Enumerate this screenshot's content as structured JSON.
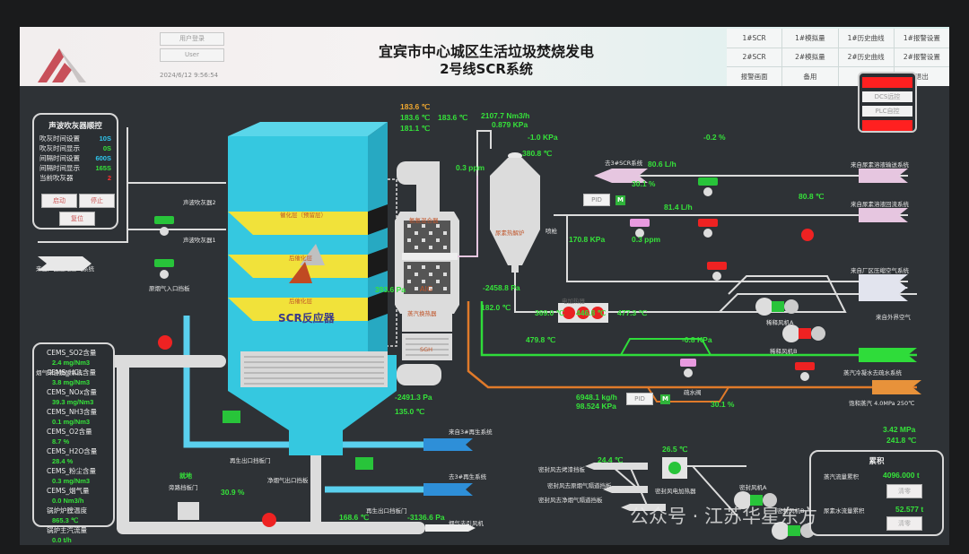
{
  "header": {
    "title_line1": "宜宾市中心城区生活垃圾焚烧发电",
    "title_line2": "2号线SCR系统",
    "login_label": "用户登录",
    "user_label": "User",
    "timestamp": "2024/6/12 9:56:54"
  },
  "nav": [
    [
      "1#SCR",
      "1#模拟量",
      "1#历史曲线",
      "1#报警设置"
    ],
    [
      "2#SCR",
      "2#模拟量",
      "2#历史曲线",
      "2#报警设置"
    ],
    [
      "报警画面",
      "备用",
      "备用",
      "退出"
    ]
  ],
  "control_mode": {
    "dcs_label": "DCS远控",
    "plc_label": "PLC自控",
    "alarm_color": "#ff2020"
  },
  "sootblower_panel": {
    "title": "声波吹灰器顺控",
    "rows": [
      {
        "label": "吹灰时间设置",
        "value": "10S",
        "color": "#2ec7f0"
      },
      {
        "label": "吹灰时间显示",
        "value": "0S",
        "color": "#35e23a"
      },
      {
        "label": "间隔时间设置",
        "value": "600S",
        "color": "#2ec7f0"
      },
      {
        "label": "间隔时间显示",
        "value": "165S",
        "color": "#35e23a"
      },
      {
        "label": "当前吹灰器",
        "value": "2",
        "color": "#ff3030"
      }
    ],
    "start_label": "启动",
    "stop_label": "停止",
    "reset_label": "复位"
  },
  "cems_panel": [
    {
      "label": "CEMS_SO2含量",
      "value": "2.4 mg/Nm3"
    },
    {
      "label": "CEMS_HCL含量",
      "value": "3.8 mg/Nm3"
    },
    {
      "label": "CEMS_NOx含量",
      "value": "39.3 mg/Nm3"
    },
    {
      "label": "CEMS_NH3含量",
      "value": "0.1 mg/Nm3"
    },
    {
      "label": "CEMS_O2含量",
      "value": "8.7 %"
    },
    {
      "label": "CEMS_H2O含量",
      "value": "28.4 %"
    },
    {
      "label": "CEMS_粉尘含量",
      "value": "0.3 mg/Nm3"
    },
    {
      "label": "CEMS_烟气量",
      "value": "0.0 Nm3/h"
    },
    {
      "label": "锅炉炉膛温度",
      "value": "865.3 ℃"
    },
    {
      "label": "锅炉主汽流量",
      "value": "0.0 t/h"
    }
  ],
  "accumulation_panel": {
    "title": "累积",
    "steam_label": "蒸汽流量累积",
    "steam_value": "4096.000 t",
    "clear_label": "清零",
    "water_label": "尿素水流量累积",
    "water_value": "52.577 t",
    "clear2_label": "清零"
  },
  "reactor": {
    "name": "SCR反应器",
    "layer1": "催化层（预留层）",
    "layer2": "后催化层",
    "layer3": "后催化层",
    "sootblower1": "声波吹灰器1",
    "sootblower2": "声波吹灰器2",
    "diff_pressure": "393.6 Pa"
  },
  "labels": {
    "ammonia_mixer": "氨氨混合器",
    "aig": "AIG",
    "steam_heater": "蒸汽换热器",
    "sgh": "SGH",
    "urea_pyrolyzer": "尿素热解炉",
    "electric_heater": "电加热器",
    "dilution_fan_a": "稀释风机A",
    "dilution_fan_b": "稀释风机B",
    "seal_fan_a": "密封风机A",
    "seal_fan_b": "密封风机B",
    "seal_heater": "密封风电加热器",
    "drain_valve": "疏水阀",
    "spray_gun": "喷枪",
    "inlet_damper": "原烟气入口挡板",
    "bypass_label": "旁路挡板门",
    "bypass_status": "就地",
    "clean_outlet_damper": "净烟气出口挡板",
    "regen_outlet_damper1": "再生出口挡板门",
    "regen_outlet_damper2": "再生出口挡板门",
    "from_regen": "来自3#再生系统",
    "to_regen": "去3#再生系统",
    "to_id_fan": "烟气去引风机",
    "from_compressed_air": "来自厂区压缩空气系统",
    "from_deacid": "烟气来自脱酸系统",
    "to_3scr": "去3#SCR系统",
    "from_urea_supply": "来自尿素溶液输送系统",
    "from_urea_return": "来自尿素溶液回流系统",
    "from_compressed_air2": "来自厂区压缩空气系统",
    "from_outside_air": "来自外界空气",
    "to_condensate": "蒸汽冷凝水去疏水系统",
    "saturated_steam": "饱和蒸汽 4.0MPa 250℃",
    "seal_to_1": "密封风去烤漆挡板",
    "seal_to_2": "密封风去原烟气隔道挡板",
    "seal_to_3": "密封风去净烟气隔道挡板",
    "pid": "PID",
    "manual": "M"
  },
  "readings": {
    "inlet_temp_1": "183.6 ℃",
    "inlet_temp_2": "183.6 ℃",
    "inlet_temp_3": "181.1 ℃",
    "mixer_temp": "183.6 ℃",
    "ammonia_flow": "2107.7 Nm3/h",
    "ammonia_pressure": "0.879 KPa",
    "pyrolyzer_pressure": "-1.0 KPa",
    "pyrolyzer_temp": "380.8 ℃",
    "nh3_slip": "0.3 ppm",
    "aig_pressure": "-2458.8 Pa",
    "sgh_temp": "182.0 ℃",
    "urea_valve_open": "-0.2 %",
    "urea_flow_1": "80.6 L/h",
    "urea_valve_pid": "30.1 %",
    "urea_flow_2": "81.4 L/h",
    "urea_temp": "80.8 ℃",
    "air_pressure": "170.8 KPa",
    "air_ppm": "0.3 ppm",
    "heater_t1": "369.0 ℃",
    "heater_t2": "446.8 ℃",
    "heater_t3": "477.3 ℃",
    "heater_out_temp": "479.8 ℃",
    "dilution_pressure": "-0.8 KPa",
    "steam_flow": "6948.1 kg/h",
    "steam_pressure": "98.524 KPa",
    "steam_valve": "30.1 %",
    "sat_steam_pressure": "3.42 MPa",
    "sat_steam_temp": "241.8 ℃",
    "outlet_pressure": "-2491.3 Pa",
    "outlet_temp": "135.0 ℃",
    "bypass_open": "30.9 %",
    "id_fan_temp": "168.6 ℃",
    "id_fan_pressure": "-3136.6 Pa",
    "seal_temp_1": "24.4 ℃",
    "seal_heater_temp": "26.5 ℃"
  },
  "watermark": "公众号 · 江苏华星东方"
}
